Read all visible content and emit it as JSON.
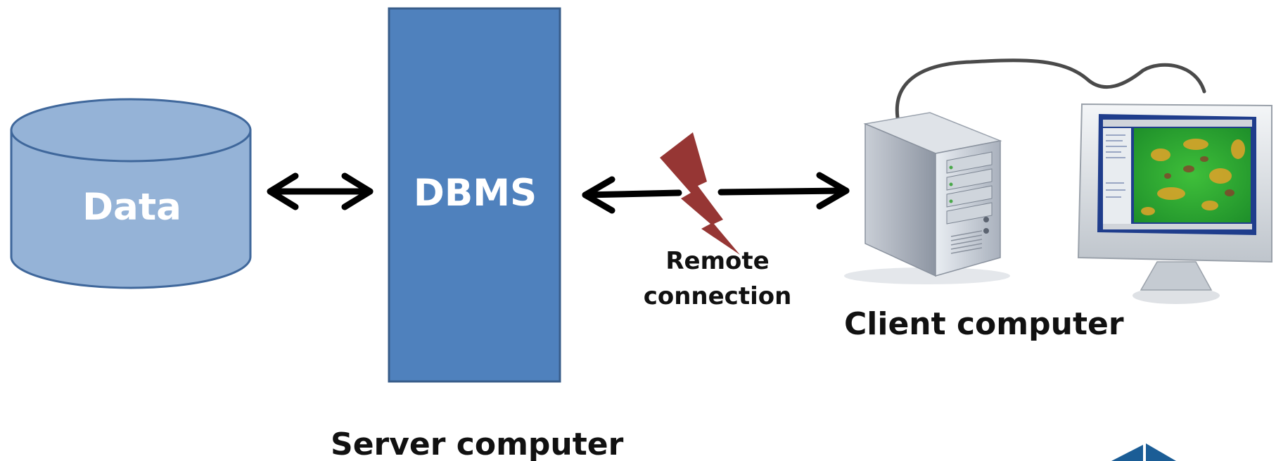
{
  "diagram": {
    "data_label": "Data",
    "dbms_label": "DBMS",
    "remote_line1": "Remote",
    "remote_line2": "connection",
    "client_label": "Client computer",
    "server_label": "Server computer"
  },
  "colors": {
    "cylinder_fill": "#95b3d7",
    "cylinder_stroke": "#3f679b",
    "dbms_fill": "#4f81bd",
    "dbms_stroke": "#385d8a",
    "lightning": "#963634",
    "arrow": "#000000",
    "logo": "#1b5d96"
  },
  "icons": [
    "database-cylinder-icon",
    "lightning-bolt-icon",
    "server-tower-icon",
    "monitor-icon",
    "logo-icon"
  ]
}
